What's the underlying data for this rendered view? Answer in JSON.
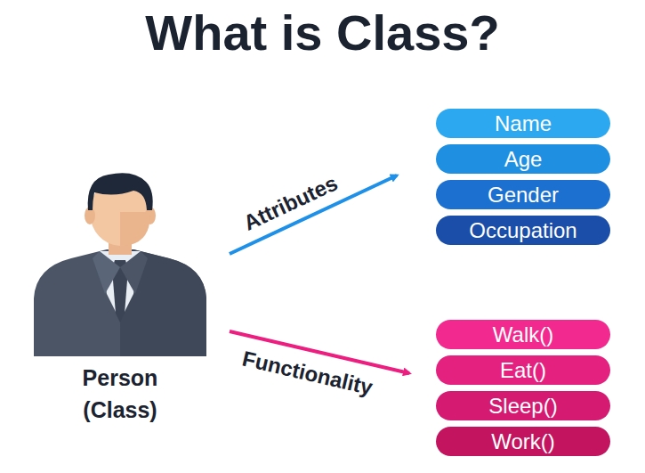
{
  "diagram": {
    "title": "What is Class?",
    "nodes": [
      {
        "text": [
          "Name"
        ]
      },
      {
        "text": [
          "Age"
        ]
      },
      {
        "text": [
          "Gender"
        ]
      },
      {
        "text": [
          "Occupation"
        ]
      },
      {
        "text": [
          "Walk()"
        ]
      },
      {
        "text": [
          "Eat()"
        ]
      },
      {
        "text": [
          "Sleep()"
        ]
      },
      {
        "text": [
          "Work()"
        ]
      }
    ],
    "labels": [
      "Attributes",
      "Functionality",
      "Person (Class)"
    ]
  }
}
